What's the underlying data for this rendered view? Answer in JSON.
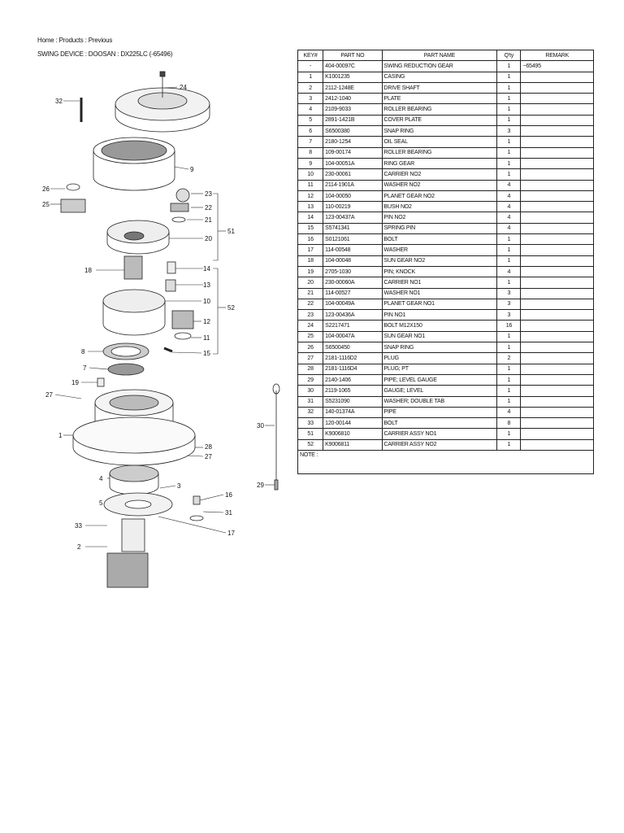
{
  "breadcrumb": {
    "home": "Home",
    "products": "Products",
    "current": "Previous",
    "separator": " : "
  },
  "subtitle": "SWING DEVICE : DOOSAN : DX225LC (-65496)",
  "table": {
    "headers": {
      "key": "KEY#",
      "part_no": "PART NO",
      "part_name": "PART NAME",
      "qty": "Q'ty",
      "remark": "REMARK"
    },
    "rows": [
      {
        "key": "-",
        "part_no": "404-00097C",
        "part_name": "SWING REDUCTION GEAR",
        "qty": "1",
        "remark": "~65495"
      },
      {
        "key": "1",
        "part_no": "K1001235",
        "part_name": "CASING",
        "qty": "1",
        "remark": ""
      },
      {
        "key": "2",
        "part_no": "2112-1248E",
        "part_name": "DRIVE SHAFT",
        "qty": "1",
        "remark": ""
      },
      {
        "key": "3",
        "part_no": "2412-1040",
        "part_name": "PLATE",
        "qty": "1",
        "remark": ""
      },
      {
        "key": "4",
        "part_no": "2109-9033",
        "part_name": "ROLLER BEARING",
        "qty": "1",
        "remark": ""
      },
      {
        "key": "5",
        "part_no": "2891-1421B",
        "part_name": "COVER PLATE",
        "qty": "1",
        "remark": ""
      },
      {
        "key": "6",
        "part_no": "S6500380",
        "part_name": "SNAP RING",
        "qty": "3",
        "remark": ""
      },
      {
        "key": "7",
        "part_no": "2180-1254",
        "part_name": "OIL SEAL",
        "qty": "1",
        "remark": ""
      },
      {
        "key": "8",
        "part_no": "109-00174",
        "part_name": "ROLLER BEARING",
        "qty": "1",
        "remark": ""
      },
      {
        "key": "9",
        "part_no": "104-00051A",
        "part_name": "RING GEAR",
        "qty": "1",
        "remark": ""
      },
      {
        "key": "10",
        "part_no": "230-00061",
        "part_name": "CARRIER NO2",
        "qty": "1",
        "remark": ""
      },
      {
        "key": "11",
        "part_no": "2114-1901A",
        "part_name": "WASHER NO2",
        "qty": "4",
        "remark": ""
      },
      {
        "key": "12",
        "part_no": "104-00050",
        "part_name": "PLANET GEAR NO2",
        "qty": "4",
        "remark": ""
      },
      {
        "key": "13",
        "part_no": "110-00219",
        "part_name": "BUSH NO2",
        "qty": "4",
        "remark": ""
      },
      {
        "key": "14",
        "part_no": "123-00437A",
        "part_name": "PIN NO2",
        "qty": "4",
        "remark": ""
      },
      {
        "key": "15",
        "part_no": "S5741341",
        "part_name": "SPRING PIN",
        "qty": "4",
        "remark": ""
      },
      {
        "key": "16",
        "part_no": "S0121061",
        "part_name": "BOLT",
        "qty": "1",
        "remark": ""
      },
      {
        "key": "17",
        "part_no": "114-00548",
        "part_name": "WASHER",
        "qty": "1",
        "remark": ""
      },
      {
        "key": "18",
        "part_no": "104-00048",
        "part_name": "SUN GEAR NO2",
        "qty": "1",
        "remark": ""
      },
      {
        "key": "19",
        "part_no": "2705-1030",
        "part_name": "PIN; KNOCK",
        "qty": "4",
        "remark": ""
      },
      {
        "key": "20",
        "part_no": "230-00060A",
        "part_name": "CARRIER NO1",
        "qty": "1",
        "remark": ""
      },
      {
        "key": "21",
        "part_no": "114-00527",
        "part_name": "WASHER NO1",
        "qty": "3",
        "remark": ""
      },
      {
        "key": "22",
        "part_no": "104-00049A",
        "part_name": "PLANET GEAR NO1",
        "qty": "3",
        "remark": ""
      },
      {
        "key": "23",
        "part_no": "123-00436A",
        "part_name": "PIN NO1",
        "qty": "3",
        "remark": ""
      },
      {
        "key": "24",
        "part_no": "S2217471",
        "part_name": "BOLT M12X150",
        "qty": "16",
        "remark": ""
      },
      {
        "key": "25",
        "part_no": "104-00047A",
        "part_name": " SUN GEAR NO1",
        "qty": "1",
        "remark": ""
      },
      {
        "key": "26",
        "part_no": "S6500450",
        "part_name": "SNAP RING",
        "qty": "1",
        "remark": ""
      },
      {
        "key": "27",
        "part_no": "2181-1116D2",
        "part_name": "PLUG",
        "qty": "2",
        "remark": ""
      },
      {
        "key": "28",
        "part_no": "2181-1116D4",
        "part_name": "PLUG; PT",
        "qty": "1",
        "remark": ""
      },
      {
        "key": "29",
        "part_no": "2140-1406",
        "part_name": "PIPE; LEVEL GAUGE",
        "qty": "1",
        "remark": ""
      },
      {
        "key": "30",
        "part_no": "2119-1065",
        "part_name": "GAUGE; LEVEL",
        "qty": "1",
        "remark": ""
      },
      {
        "key": "31",
        "part_no": "S5231090",
        "part_name": "WASHER; DOUBLE TAB",
        "qty": "1",
        "remark": ""
      },
      {
        "key": "32",
        "part_no": "140-01374A",
        "part_name": "PIPE",
        "qty": "4",
        "remark": ""
      },
      {
        "key": "33",
        "part_no": "120-00144",
        "part_name": "BOLT",
        "qty": "8",
        "remark": ""
      },
      {
        "key": "51",
        "part_no": "K9006810",
        "part_name": "CARRIER ASSY NO1",
        "qty": "1",
        "remark": ""
      },
      {
        "key": "52",
        "part_no": "K9006811",
        "part_name": "CARRIER ASSY NO2",
        "qty": "1",
        "remark": ""
      }
    ],
    "note_label": "NOTE :"
  },
  "diagram": {
    "callouts": [
      "24",
      "32",
      "9",
      "26",
      "25",
      "23",
      "22",
      "21",
      "51",
      "20",
      "14",
      "18",
      "13",
      "10",
      "52",
      "12",
      "11",
      "8",
      "15",
      "7",
      "19",
      "27",
      "1",
      "28",
      "27",
      "4",
      "3",
      "16",
      "5",
      "31",
      "33",
      "17",
      "2",
      "30",
      "29"
    ]
  }
}
